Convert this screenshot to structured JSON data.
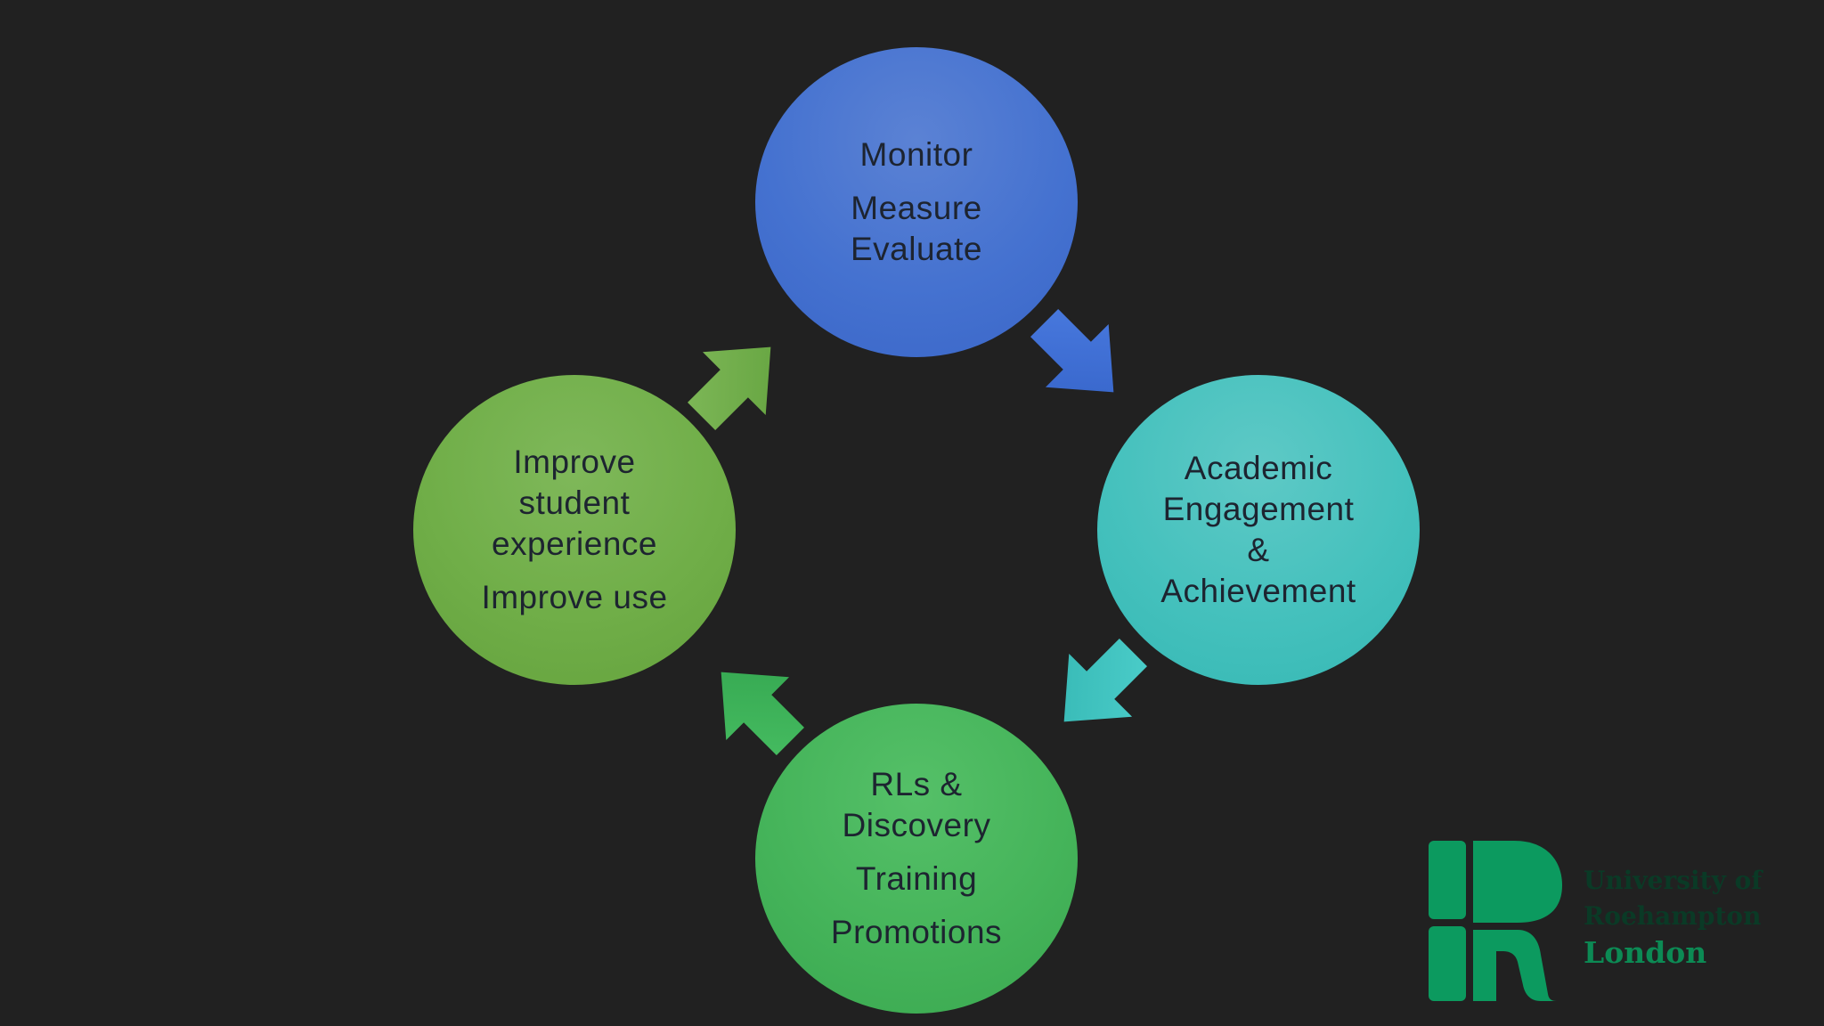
{
  "diagram": {
    "nodes": [
      {
        "id": "top",
        "lines": [
          "Monitor",
          "Measure\nEvaluate"
        ],
        "color": "#4572d0"
      },
      {
        "id": "right",
        "lines": [
          "Academic\nEngagement\n&\nAchievement"
        ],
        "color": "#45c1bd"
      },
      {
        "id": "bottom",
        "lines": [
          "RLs  &\nDiscovery",
          "Training",
          "Promotions"
        ],
        "color": "#45b45a"
      },
      {
        "id": "left",
        "lines": [
          "Improve\nstudent\nexperience",
          "Improve use"
        ],
        "color": "#70ae48"
      }
    ],
    "arrows": [
      {
        "from": "top",
        "to": "right",
        "color": "#3f6fd2",
        "icon": "arrow-down-right"
      },
      {
        "from": "right",
        "to": "bottom",
        "color": "#40c0bd",
        "icon": "arrow-down-left"
      },
      {
        "from": "bottom",
        "to": "left",
        "color": "#3cb25a",
        "icon": "arrow-up-left"
      },
      {
        "from": "left",
        "to": "top",
        "color": "#72b048",
        "icon": "arrow-up-right"
      }
    ]
  },
  "logo": {
    "line1": "University of",
    "line2": "Roehampton",
    "line3": "London",
    "color": "#0c9a5f"
  }
}
